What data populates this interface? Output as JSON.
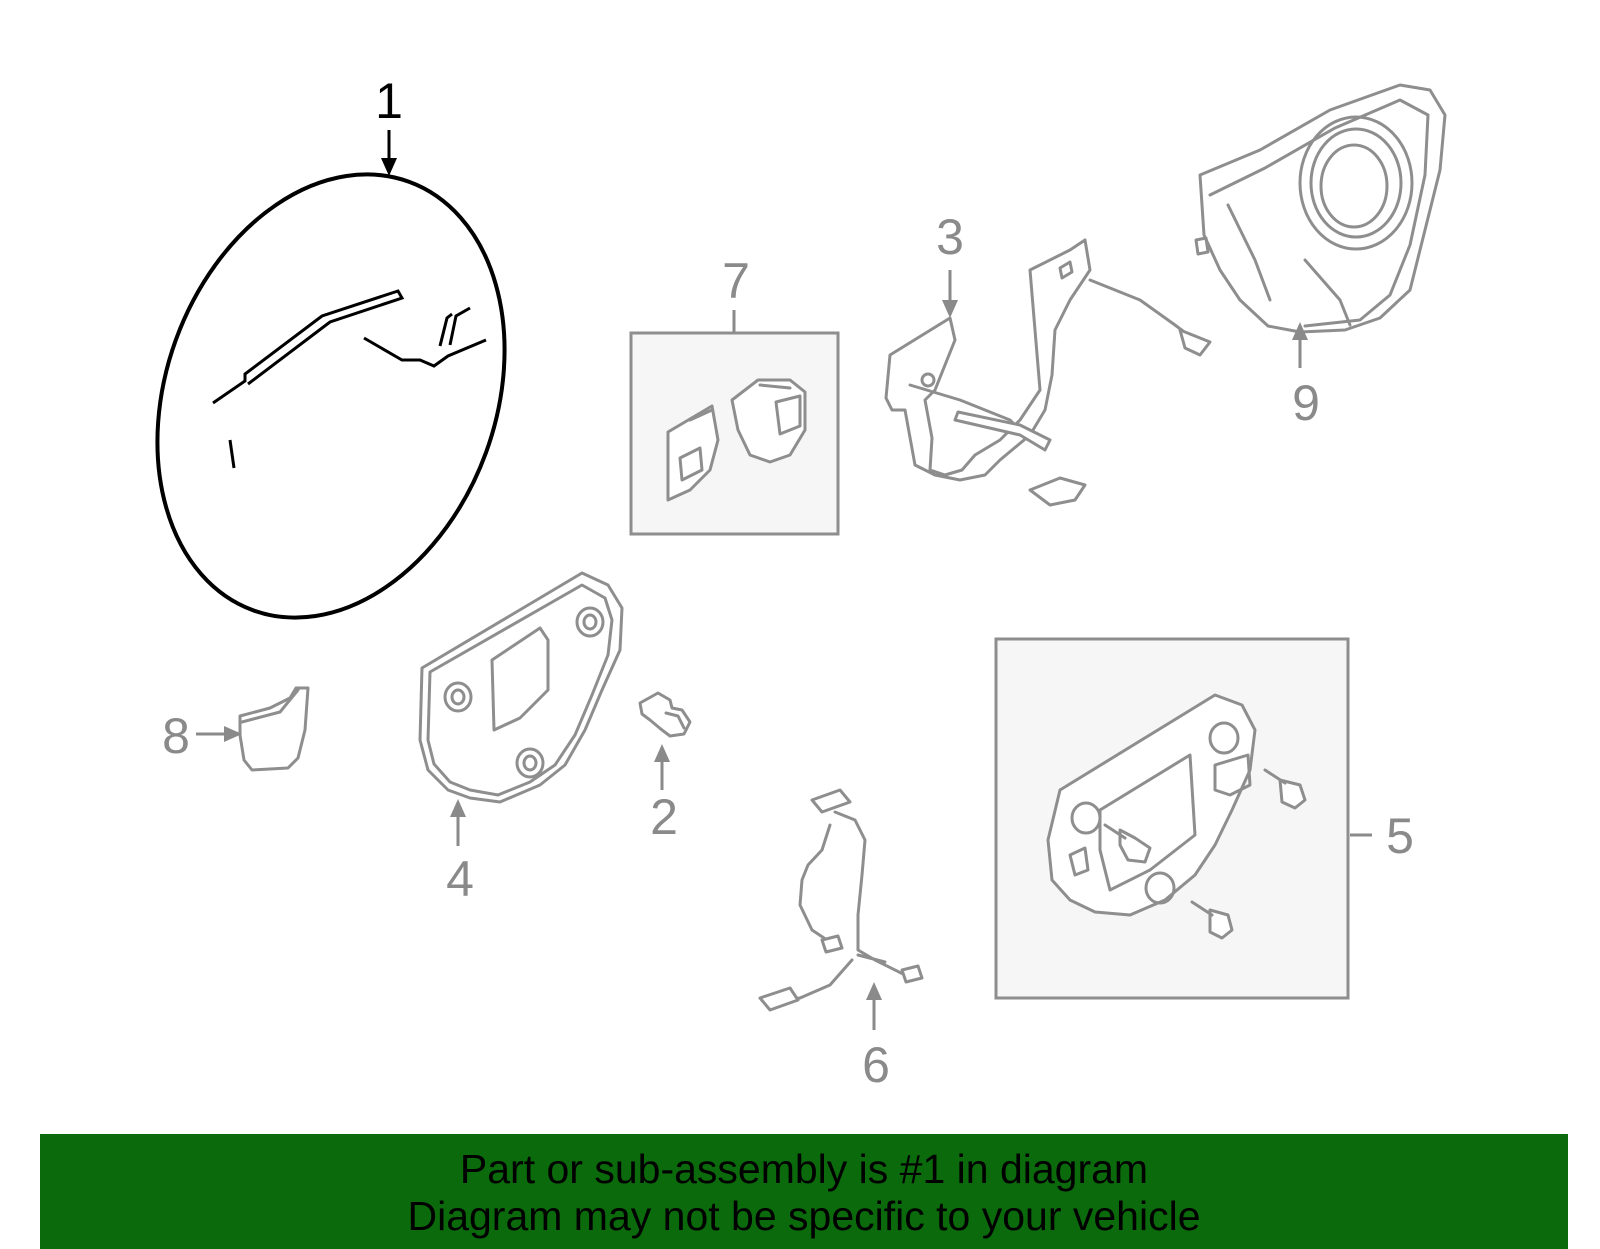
{
  "callouts": {
    "c1": "1",
    "c2": "2",
    "c3": "3",
    "c4": "4",
    "c5": "5",
    "c6": "6",
    "c7": "7",
    "c8": "8",
    "c9": "9"
  },
  "banner": {
    "line1": "Part or sub-assembly is #1 in diagram",
    "line2": "Diagram may not be specific to your vehicle",
    "background": "#0b6a0b"
  },
  "colors": {
    "highlighted_part": "#000000",
    "other_parts": "#8e8e8e"
  }
}
